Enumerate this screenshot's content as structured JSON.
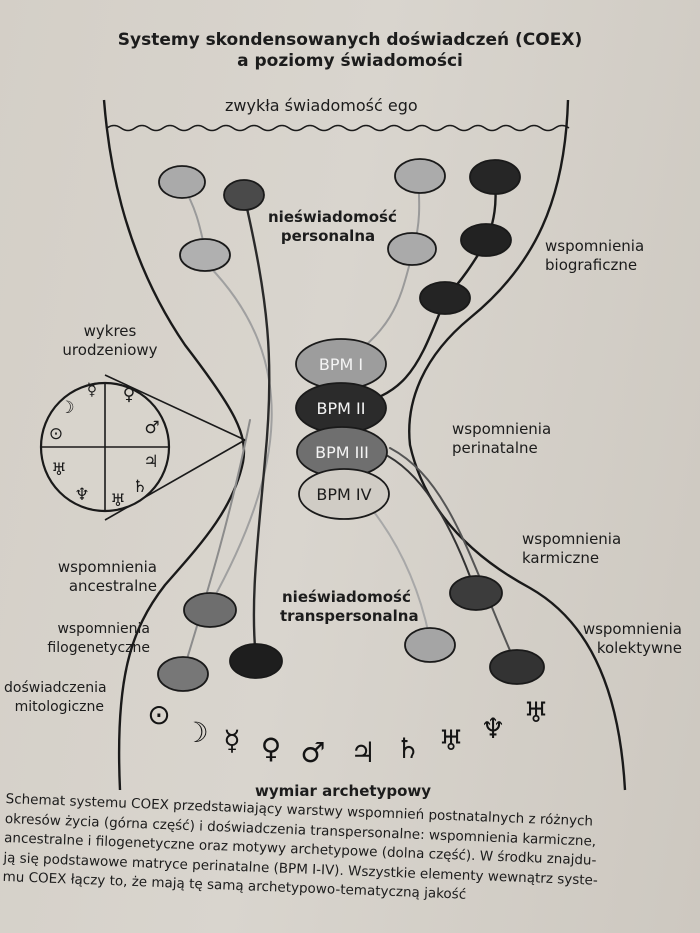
{
  "title": {
    "line1": "Systemy skondensowanych doświadczeń (COEX)",
    "line2": "a poziomy świadomości"
  },
  "labels": {
    "ego": "zwykła świadomość ego",
    "personal_1": "nieświadomość",
    "personal_2": "personalna",
    "biographical_1": "wspomnienia",
    "biographical_2": "biograficzne",
    "birth_chart_1": "wykres",
    "birth_chart_2": "urodzeniowy",
    "perinatal_1": "wspomnienia",
    "perinatal_2": "perinatalne",
    "karmic_1": "wspomnienia",
    "karmic_2": "karmiczne",
    "ancestral_1": "wspomnienia",
    "ancestral_2": "ancestralne",
    "transpersonal_1": "nieświadomość",
    "transpersonal_2": "transpersonalna",
    "collective_1": "wspomnienia",
    "collective_2": "kolektywne",
    "phylogenetic_1": "wspomnienia",
    "phylogenetic_2": "filogenetyczne",
    "mythological_1": "doświadczenia",
    "mythological_2": "mitologiczne",
    "archetypal": "wymiar archetypowy"
  },
  "bpm": [
    "BPM I",
    "BPM II",
    "BPM III",
    "BPM IV"
  ],
  "chart_glyphs": {
    "top_left": [
      "☿",
      "☽",
      "⊙"
    ],
    "top_right": [
      "♀",
      "♂"
    ],
    "bottom_right": [
      "♃",
      "♄"
    ],
    "bottom_left": [
      "♅",
      "♆",
      "♅"
    ]
  },
  "archetype_glyphs": [
    "⊙",
    "☽",
    "☿",
    "♀",
    "♂",
    "♃",
    "♄",
    "♅",
    "♆",
    "♅"
  ],
  "caption": [
    "Schemat systemu COEX przedstawiający warstwy wspomnień postnatalnych z różnych",
    "okresów życia (górna część) i doświadczenia transpersonalne: wspomnienia karmiczne,",
    "ancestralne i filogenetyczne oraz motywy archetypowe (dolna część). W środku znajdu-",
    "ją się podstawowe matryce perinatalne (BPM I-IV). Wszystkie elementy wewnątrz syste-",
    "mu COEX łączy to, że mają tę samą archetypowo-tematyczną jakość"
  ]
}
